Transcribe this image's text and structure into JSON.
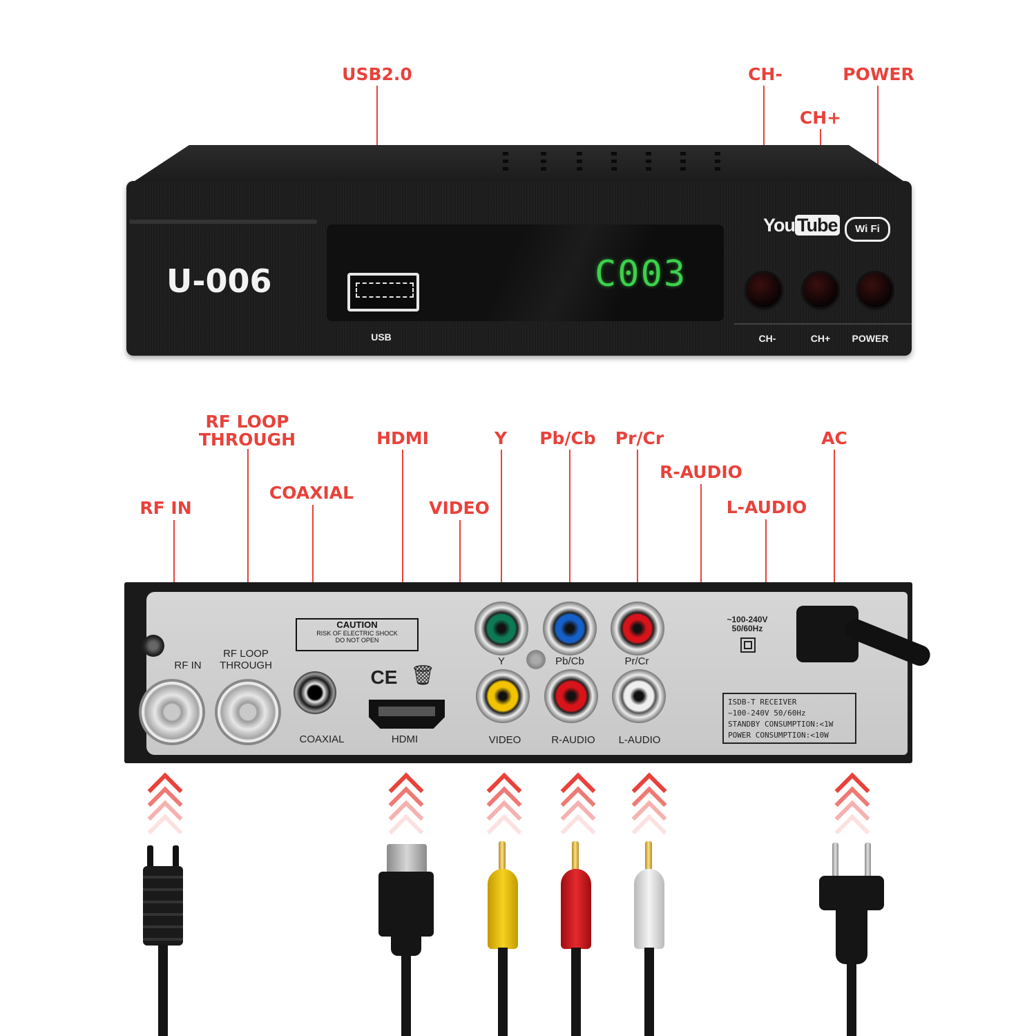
{
  "front_callouts": {
    "usb": "USB2.0",
    "ch_minus": "CH-",
    "ch_plus": "CH+",
    "power": "POWER"
  },
  "front_panel": {
    "model": "U-006",
    "display": "C003",
    "usb_label": "USB",
    "ch_minus_label": "CH-",
    "ch_plus_label": "CH+",
    "power_label": "POWER",
    "youtube_you": "You",
    "youtube_tube": "Tube",
    "wifi": "Wi Fi"
  },
  "rear_callouts": {
    "rf_in": "RF IN",
    "rf_loop": [
      "RF LOOP",
      "THROUGH"
    ],
    "coaxial": "COAXIAL",
    "hdmi": "HDMI",
    "video": "VIDEO",
    "y": "Y",
    "pb_cb": "Pb/Cb",
    "pr_cr": "Pr/Cr",
    "r_audio": "R-AUDIO",
    "l_audio": "L-AUDIO",
    "ac": "AC"
  },
  "rear_panel": {
    "rf_in": "RF IN",
    "rf_loop": [
      "RF LOOP",
      "THROUGH"
    ],
    "coaxial": "COAXIAL",
    "hdmi": "HDMI",
    "video": "VIDEO",
    "r_audio": "R-AUDIO",
    "l_audio": "L-AUDIO",
    "y": "Y",
    "pb_cb": "Pb/Cb",
    "pr_cr": "Pr/Cr",
    "voltage": [
      "~100-240V",
      "50/60Hz"
    ],
    "caution_title": "CAUTION",
    "caution_text": [
      "RISK OF ELECTRIC SHOCK",
      "DO NOT OPEN"
    ],
    "ce_mark": "CE",
    "spec_lines": [
      "ISDB-T RECEIVER",
      "~100-240V 50/60Hz",
      "STANDBY CONSUMPTION:<1W",
      "POWER CONSUMPTION:<10W"
    ]
  },
  "colors": {
    "callout": "#e8423b",
    "lcd": "#3cd14b",
    "rca_yellow": "#f2c400",
    "rca_red": "#d8141a",
    "rca_white": "#eeeeee",
    "rca_green": "#0e7a55",
    "rca_blue": "#1560c8"
  }
}
